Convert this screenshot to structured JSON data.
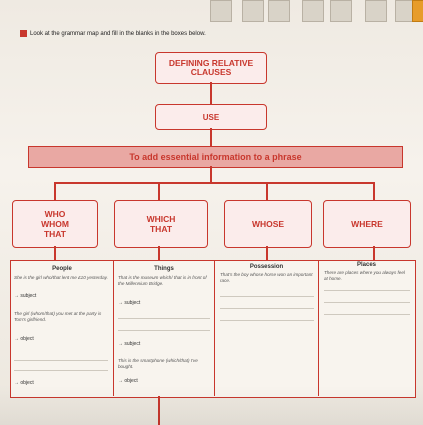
{
  "instruction": "Look at the grammar map and fill in the blanks in the boxes below.",
  "top": {
    "title": "DEFINING RELATIVE CLAUSES",
    "use": "USE",
    "purpose": "To add essential information to a phrase"
  },
  "columns": [
    {
      "label": "WHO\nWHOM\nTHAT",
      "section": "People",
      "examples": [
        {
          "text": "She is the girl who/that lent me £10 yesterday.",
          "result": "→ subject"
        },
        {
          "text": "The girl (whom/that) you met at the party is Tom's girlfriend.",
          "result": "→ object"
        },
        {
          "text": "",
          "result": "→ object"
        }
      ]
    },
    {
      "label": "WHICH\nTHAT",
      "section": "Things",
      "examples": [
        {
          "text": "That is the museum which/ that is in front of the Millennium Bridge.",
          "result": "→ subject"
        },
        {
          "text": "",
          "result": "→ subject"
        },
        {
          "text": "This is the smartphone (which/that) I've bought.",
          "result": "→ object"
        }
      ]
    },
    {
      "label": "WHOSE",
      "section": "Possession",
      "examples": [
        {
          "text": "That's the boy whose horse won an important race.",
          "result": ""
        }
      ]
    },
    {
      "label": "WHERE",
      "section": "Places",
      "examples": [
        {
          "text": "There are places where you always feel at home.",
          "result": ""
        }
      ]
    }
  ],
  "colors": {
    "accent": "#c8372d",
    "band": "#e9a8a3",
    "paper": "#f6f2ec"
  }
}
